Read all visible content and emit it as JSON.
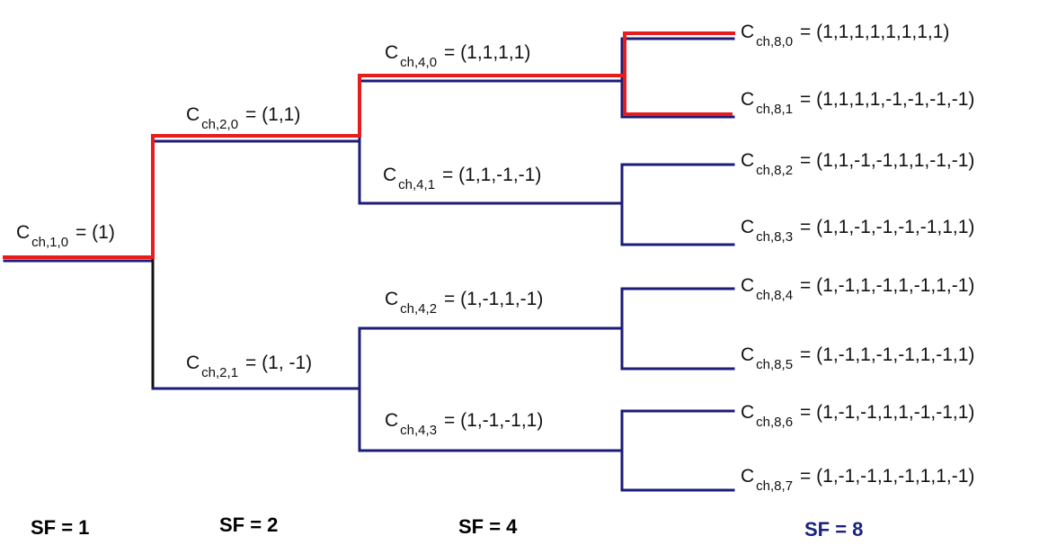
{
  "colors": {
    "tree_line": "#1c1c7a",
    "highlight": "#e81c1c",
    "text": "#111111",
    "sf8": "#1a237e"
  },
  "codes": [
    {
      "id": "c1_0",
      "sub": "ch,1,0",
      "value": "(1)"
    },
    {
      "id": "c2_0",
      "sub": "ch,2,0",
      "value": "(1,1)"
    },
    {
      "id": "c2_1",
      "sub": "ch,2,1",
      "value": "(1, -1)"
    },
    {
      "id": "c4_0",
      "sub": "ch,4,0",
      "value": "(1,1,1,1)"
    },
    {
      "id": "c4_1",
      "sub": "ch,4,1",
      "value": "(1,1,-1,-1)"
    },
    {
      "id": "c4_2",
      "sub": "ch,4,2",
      "value": "(1,-1,1,-1)"
    },
    {
      "id": "c4_3",
      "sub": "ch,4,3",
      "value": "(1,-1,-1,1)"
    },
    {
      "id": "c8_0",
      "sub": "ch,8,0",
      "value": "(1,1,1,1,1,1,1,1)"
    },
    {
      "id": "c8_1",
      "sub": "ch,8,1",
      "value": "(1,1,1,1,-1,-1,-1,-1)"
    },
    {
      "id": "c8_2",
      "sub": "ch,8,2",
      "value": "(1,1,-1,-1,1,1,-1,-1)"
    },
    {
      "id": "c8_3",
      "sub": "ch,8,3",
      "value": "(1,1,-1,-1,-1,-1,1,1)"
    },
    {
      "id": "c8_4",
      "sub": "ch,8,4",
      "value": "(1,-1,1,-1,1,-1,1,-1)"
    },
    {
      "id": "c8_5",
      "sub": "ch,8,5",
      "value": "(1,-1,1,-1,-1,1,-1,1)"
    },
    {
      "id": "c8_6",
      "sub": "ch,8,6",
      "value": "(1,-1,-1,1,1,-1,-1,1)"
    },
    {
      "id": "c8_7",
      "sub": "ch,8,7",
      "value": "(1,-1,-1,1,-1,1,1,-1)"
    }
  ],
  "code_letter": "C",
  "equals": "=",
  "spreading_factors": {
    "sf1": "SF = 1",
    "sf2": "SF = 2",
    "sf4": "SF = 4",
    "sf8": "SF = 8"
  }
}
